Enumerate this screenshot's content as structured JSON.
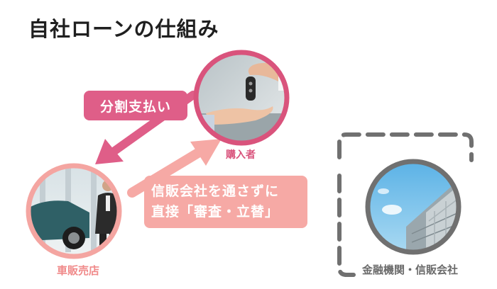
{
  "title": "自社ローンの仕組み",
  "nodes": {
    "buyer": {
      "label": "購入者"
    },
    "dealer": {
      "label": "車販売店"
    },
    "finance": {
      "label": "金融機関・信販会社"
    }
  },
  "flows": {
    "installment": {
      "label": "分割支払い"
    },
    "credit": {
      "line1": "信販会社を通さずに",
      "line2": "直接「審査・立替」"
    }
  },
  "colors": {
    "buyer_ring": "#d9537c",
    "dealer_ring": "#f4a5a1",
    "finance_ring": "#707070",
    "installment_arrow": "#df5e88",
    "credit_arrow": "#f6a9a5",
    "dashed_border": "#707070",
    "title_text": "#1f1f1f"
  },
  "icons": {
    "buyer": "car-key-handover-photo",
    "dealer": "car-showroom-salesman-photo",
    "finance": "office-building-photo"
  }
}
